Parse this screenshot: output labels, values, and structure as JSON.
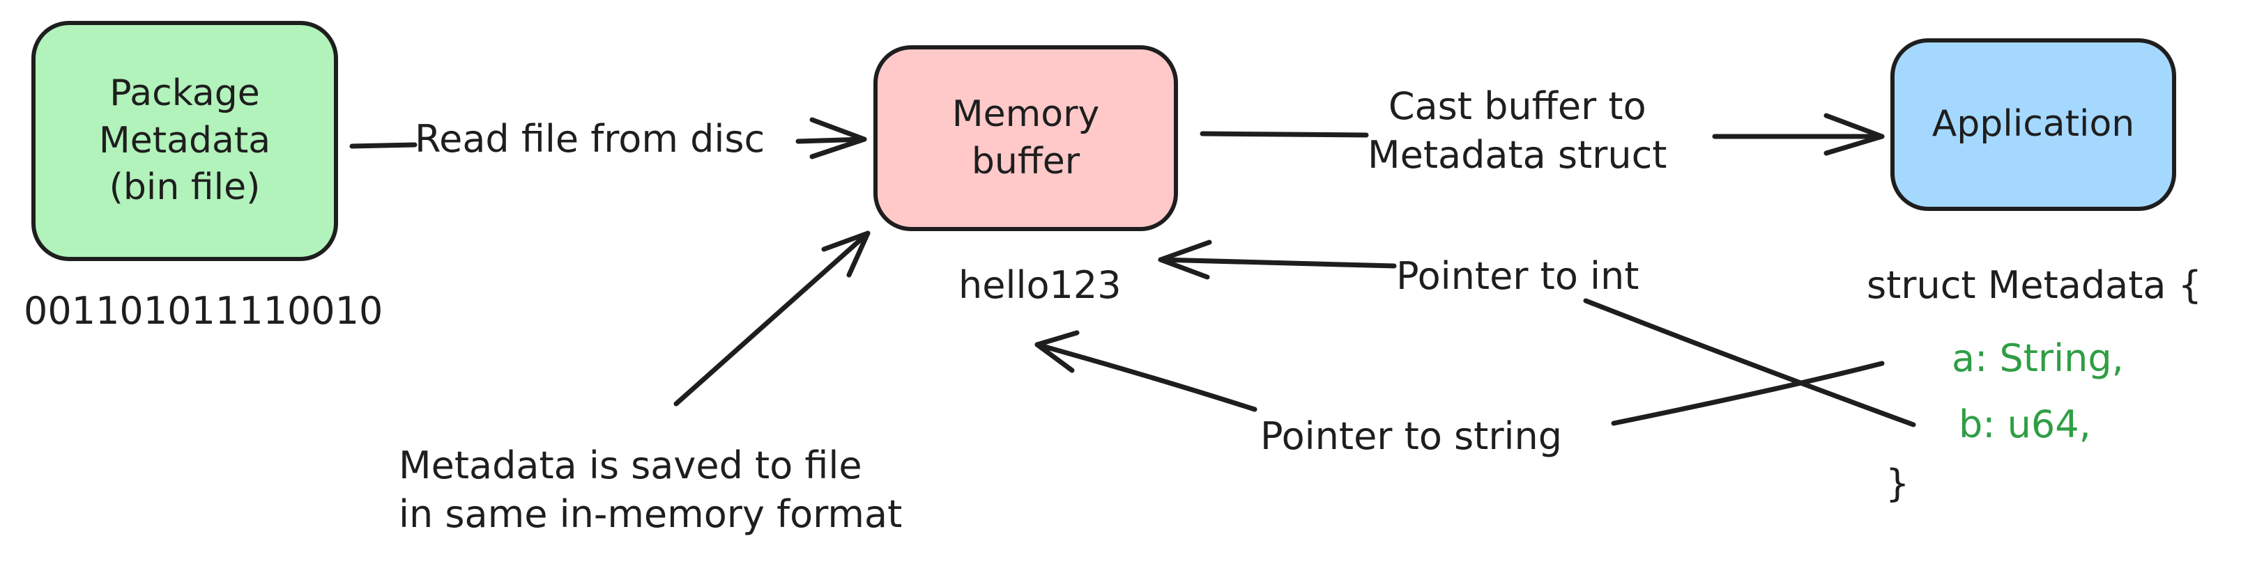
{
  "nodes": {
    "package_metadata": {
      "label": "Package\nMetadata\n(bin file)",
      "fill": "#b2f2bb"
    },
    "memory_buffer": {
      "label": "Memory\nbuffer",
      "fill": "#ffc9c9"
    },
    "application": {
      "label": "Application",
      "fill": "#a5d8ff"
    }
  },
  "labels": {
    "binary_bits": "001101011110010",
    "read_file": "Read file from disc",
    "cast_buffer": "Cast buffer to\nMetadata struct",
    "hello": "hello123",
    "pointer_int": "Pointer to int",
    "pointer_string": "Pointer to string",
    "saved_note": "Metadata is saved to file\nin same in-memory format"
  },
  "struct": {
    "header": "struct Metadata {",
    "field_a": "a: String,",
    "field_b": "b: u64,",
    "closing": "}"
  },
  "colors": {
    "stroke": "#1e1e1e",
    "field_text": "#2f9e44"
  }
}
